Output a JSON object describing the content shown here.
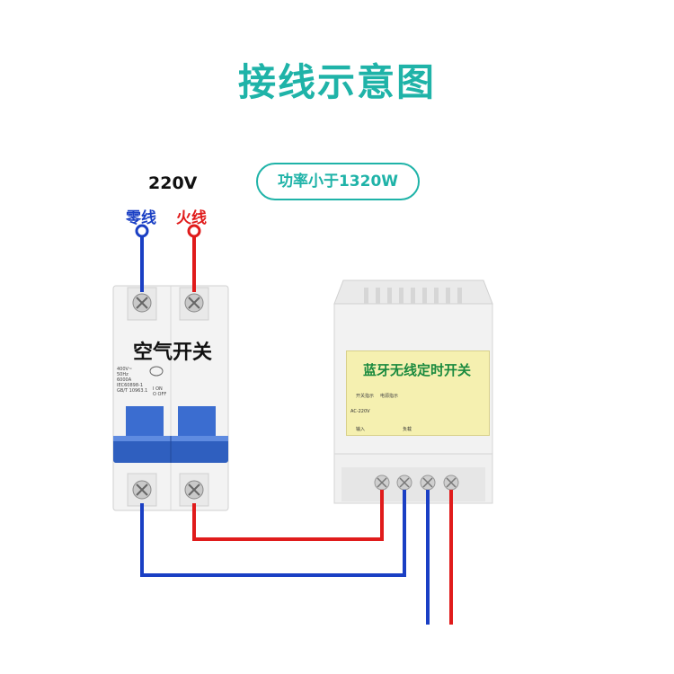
{
  "title": "接线示意图",
  "voltage": "220V",
  "neutral_label": "零线",
  "live_label": "火线",
  "power_note": "功率小于1320W",
  "breaker": {
    "label": "空气开关",
    "specs": [
      "400V~",
      "50Hz",
      "6000A",
      "IEC60898-1",
      "GB/T 10963.1"
    ],
    "on_off": [
      "I ON",
      "O OFF"
    ]
  },
  "timer": {
    "label": "蓝牙无线定时开关",
    "led1": "开关指示",
    "led2": "电源指示",
    "left_term": "AC-220V",
    "in_term": "输入",
    "out_term": "负载"
  },
  "colors": {
    "accent": "#1fb3a8",
    "neutral_wire": "#1a3fc4",
    "live_wire": "#e01b1b",
    "panel": "#f5f0b0"
  }
}
